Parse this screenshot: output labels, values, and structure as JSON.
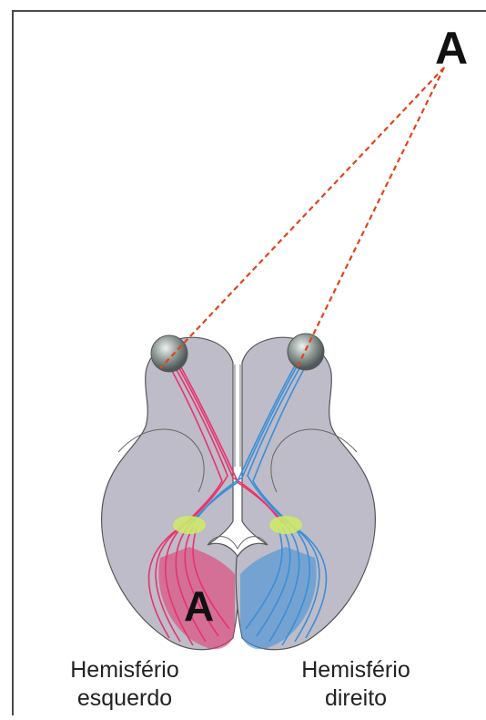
{
  "target_letter": "A",
  "image_letter": "A",
  "labels": {
    "left_hemisphere": [
      "Hemisfério",
      "esquerdo"
    ],
    "right_hemisphere": [
      "Hemisfério",
      "direito"
    ]
  },
  "colors": {
    "frame": "#4a4a4a",
    "brain_fill": "#bdbcc8",
    "brain_outline": "#555555",
    "left_pathway": "#e8326e",
    "right_pathway": "#3a8ed8",
    "geniculate": "#cde86a",
    "sight_line": "#e0441c",
    "eye": "#8f9a97"
  }
}
